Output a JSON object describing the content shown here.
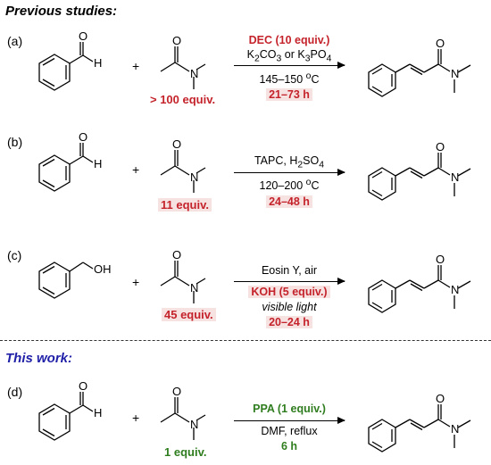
{
  "headers": {
    "previous": "Previous studies:",
    "this_work": "This work:"
  },
  "colors": {
    "red": "#c4232b",
    "green": "#2f7d1f",
    "blue": "#1f1fa8",
    "red_highlight": "#f7e2e2"
  },
  "atoms": {
    "O": "O",
    "H": "H",
    "N": "N",
    "OH": "OH"
  },
  "plus": "+",
  "reactions": [
    {
      "label": "(a)",
      "amide_equiv": "> 100 equiv.",
      "cond1": "DEC (10 equiv.)",
      "cond2a": "K",
      "cond2b": "2",
      "cond2c": "CO",
      "cond2d": "3",
      "cond2e": " or K",
      "cond2f": "3",
      "cond2g": "PO",
      "cond2h": "4",
      "cond3a": "145–150 ",
      "cond3b": "o",
      "cond3c": "C",
      "cond4": "21–73 h"
    },
    {
      "label": "(b)",
      "amide_equiv": "11 equiv.",
      "cond1a": "TAPC, H",
      "cond1b": "2",
      "cond1c": "SO",
      "cond1d": "4",
      "cond2a": "120–200 ",
      "cond2b": "o",
      "cond2c": "C",
      "cond3": "24–48 h"
    },
    {
      "label": "(c)",
      "amide_equiv": "45 equiv.",
      "cond1": "Eosin Y, air",
      "cond2": "KOH (5 equiv.)",
      "cond3": "visible light",
      "cond4": "20–24 h"
    },
    {
      "label": "(d)",
      "amide_equiv": "1 equiv.",
      "cond1": "PPA (1 equiv.)",
      "cond2": "DMF, reflux",
      "cond3": "6 h"
    }
  ]
}
